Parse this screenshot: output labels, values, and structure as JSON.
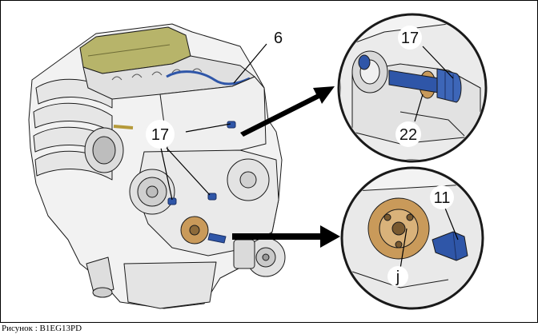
{
  "caption": "Рисунок : B1EG13PD",
  "callouts": {
    "main_6": "6",
    "main_17": "17",
    "detail_top_17": "17",
    "detail_top_22": "22",
    "detail_bottom_11": "11",
    "detail_bottom_j": "j"
  },
  "colors": {
    "line_art": "#1a1a1a",
    "engine_fill": "#f2f2f2",
    "engine_shade": "#d6d6d6",
    "valve_cover": "#b7b46a",
    "bolt_blue": "#2f56a8",
    "sprocket_orange": "#c99a5a",
    "arrow": "#000000"
  },
  "icons": {
    "arrow_top": "right-arrow-icon",
    "arrow_bottom": "right-arrow-icon"
  }
}
